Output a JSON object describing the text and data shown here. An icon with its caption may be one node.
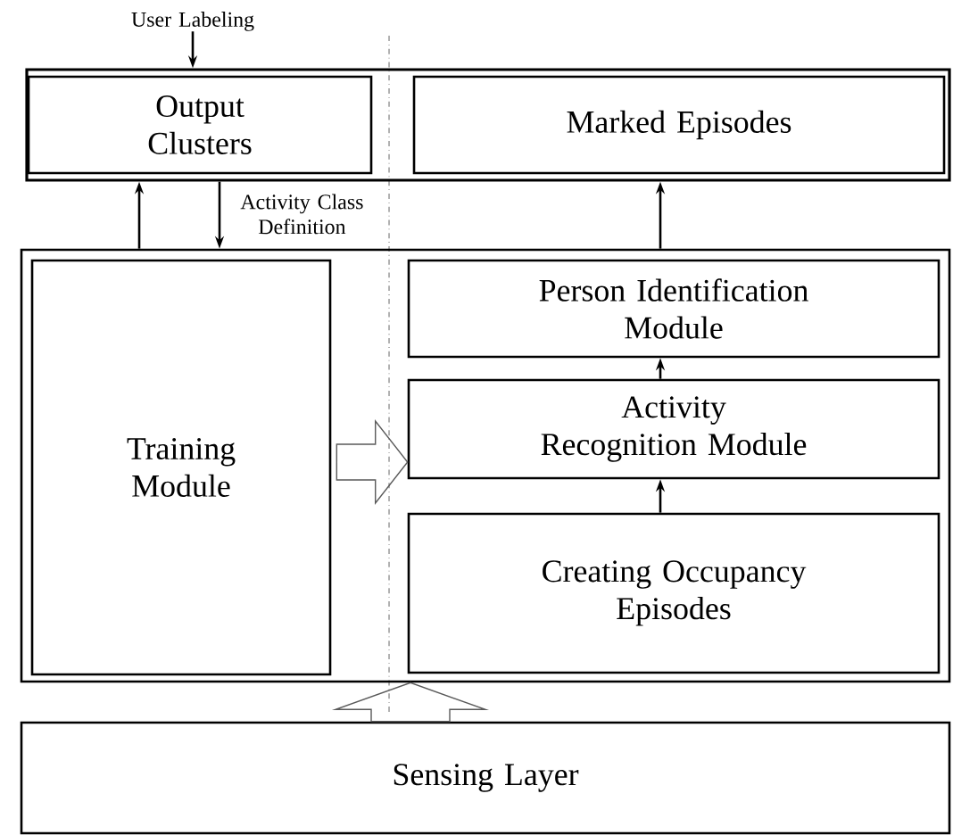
{
  "diagram": {
    "nodes": [
      {
        "text": [
          "User Labeling"
        ]
      },
      {
        "text": [],
        "shape": "box"
      },
      {
        "text": [
          "Output Clusters"
        ],
        "in": 1
      },
      {
        "text": [
          "Marked Episodes"
        ],
        "in": 1
      },
      {
        "text": [],
        "shape": "box"
      },
      {
        "text": [
          "Training Module"
        ],
        "in": 4
      },
      {
        "text": [
          "Person Identification Module"
        ],
        "in": 4
      },
      {
        "text": [
          "Activity Recognition Module"
        ],
        "in": 4
      },
      {
        "text": [
          "Creating Occupancy Episodes"
        ],
        "in": 4
      },
      {
        "text": [
          "Sensing Layer"
        ]
      }
    ],
    "edges": [
      {
        "from": 0,
        "to": 1,
        "arrow": "to"
      },
      {
        "from": 4,
        "to": 1,
        "arrow": "to"
      },
      {
        "from": 1,
        "to": 4,
        "arrow": "to",
        "label": "Activity Class Definition"
      },
      {
        "from": 4,
        "to": 1,
        "arrow": "to"
      },
      {
        "from": 8,
        "to": 7,
        "arrow": "to"
      },
      {
        "from": 7,
        "to": 6,
        "arrow": "to"
      },
      {
        "from": 5,
        "to": 7,
        "arrow": "to",
        "style": "thick"
      },
      {
        "from": 9,
        "to": 4,
        "arrow": "to",
        "style": "thick"
      }
    ]
  }
}
